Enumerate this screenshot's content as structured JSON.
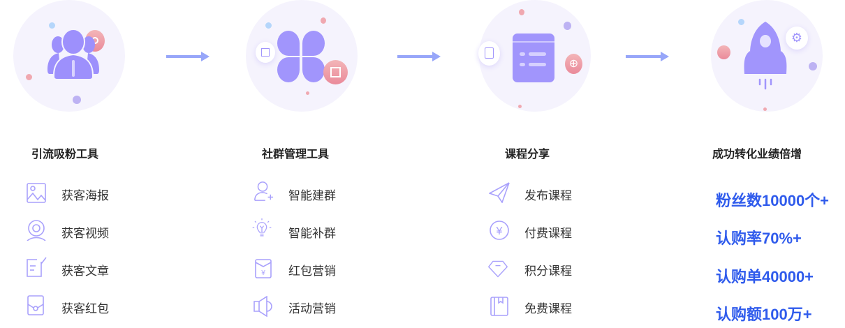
{
  "colors": {
    "accent": "#9d90fc",
    "stat": "#2f5bec",
    "pink": "#ee8b98"
  },
  "columns": [
    {
      "title": "引流吸粉工具",
      "icon": "users-icon",
      "items": [
        {
          "label": "获客海报",
          "icon": "image-icon"
        },
        {
          "label": "获客视频",
          "icon": "webcam-icon"
        },
        {
          "label": "获客文章",
          "icon": "edit-document-icon"
        },
        {
          "label": "获客红包",
          "icon": "envelope-icon"
        }
      ]
    },
    {
      "title": "社群管理工具",
      "icon": "apps-icon",
      "items": [
        {
          "label": "智能建群",
          "icon": "user-add-icon"
        },
        {
          "label": "智能补群",
          "icon": "lightbulb-icon"
        },
        {
          "label": "红包营销",
          "icon": "red-packet-icon"
        },
        {
          "label": "活动营销",
          "icon": "speaker-icon"
        }
      ]
    },
    {
      "title": "课程分享",
      "icon": "course-list-icon",
      "items": [
        {
          "label": "发布课程",
          "icon": "paper-plane-icon"
        },
        {
          "label": "付费课程",
          "icon": "yuan-coin-icon"
        },
        {
          "label": "积分课程",
          "icon": "diamond-icon"
        },
        {
          "label": "免费课程",
          "icon": "book-icon"
        }
      ]
    },
    {
      "title": "成功转化业绩倍增",
      "icon": "rocket-icon",
      "stats": [
        "粉丝数10000个+",
        "认购率70%+",
        "认购单40000+",
        "认购额100万+"
      ]
    }
  ]
}
